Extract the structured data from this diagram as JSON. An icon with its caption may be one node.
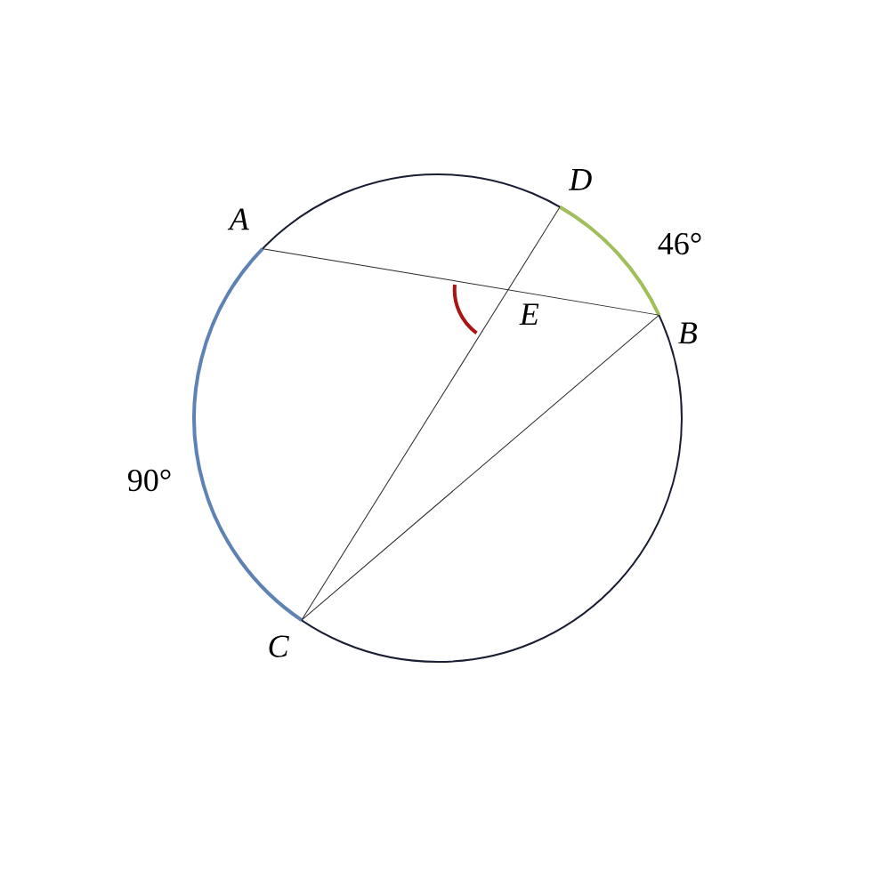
{
  "diagram": {
    "nodes": [
      {
        "text": [
          "A"
        ]
      },
      {
        "text": [
          "D"
        ]
      },
      {
        "text": [
          "B"
        ]
      },
      {
        "text": [
          "C"
        ]
      },
      {
        "text": [
          "E"
        ]
      }
    ],
    "edges": [
      {
        "from": 0,
        "to": 2,
        "arrow": "none"
      },
      {
        "from": 3,
        "to": 1,
        "arrow": "none"
      },
      {
        "from": 3,
        "to": 2,
        "arrow": "none"
      }
    ],
    "labels": [
      "46°",
      "90°"
    ]
  }
}
